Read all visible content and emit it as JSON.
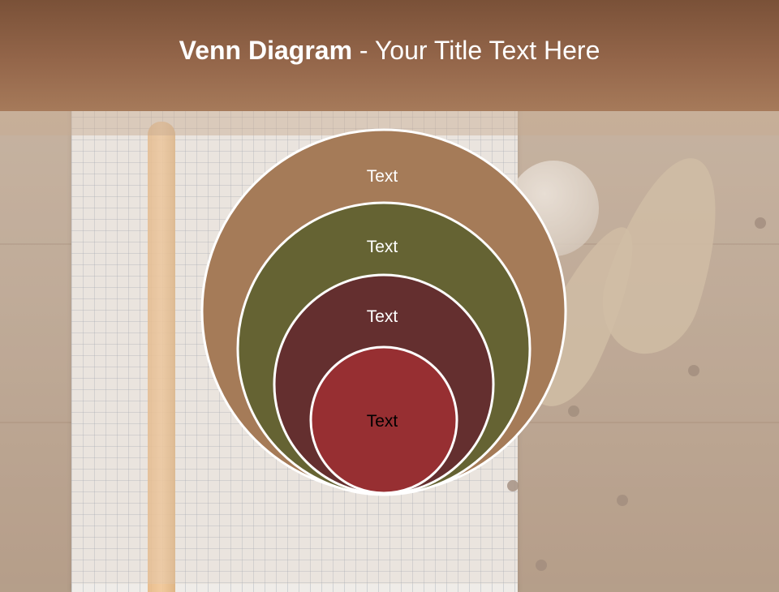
{
  "title": {
    "strong": "Venn Diagram",
    "rest": " - Your Title Text Here"
  },
  "colors": {
    "title_bar": "#93664a",
    "ring_outer": "#a57b58",
    "ring_second": "#656333",
    "ring_third": "#642f2f",
    "ring_inner": "#972f32",
    "ring_border": "#ffffff"
  },
  "diagram": {
    "rings": [
      {
        "label": "Text"
      },
      {
        "label": "Text"
      },
      {
        "label": "Text"
      },
      {
        "label": "Text"
      }
    ]
  }
}
